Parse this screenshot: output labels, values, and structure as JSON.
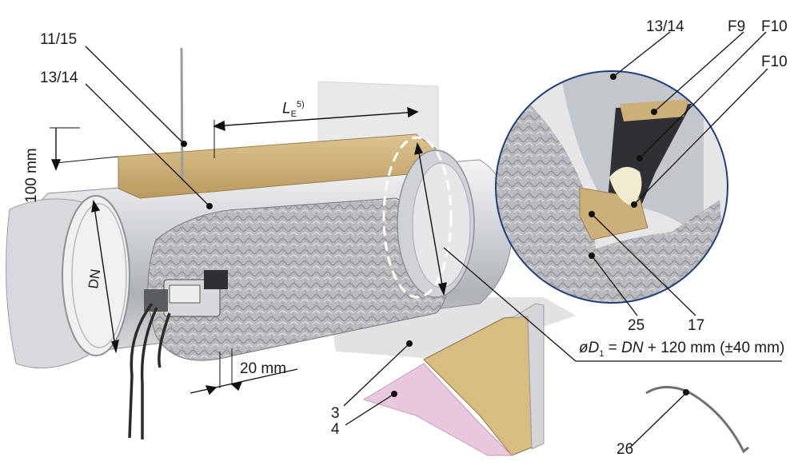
{
  "labels": {
    "l_11_15": "11/15",
    "l_13_14_left": "13/14",
    "l_13_14_right": "13/14",
    "l_f9": "F9",
    "l_f10_a": "F10",
    "l_f10_b": "F10",
    "l_25": "25",
    "l_17": "17",
    "l_3": "3",
    "l_4": "4",
    "l_26": "26",
    "l_100mm": "100 mm",
    "l_20mm": "20 mm",
    "l_dn": "DN",
    "le_main": "L",
    "le_sub": "E",
    "le_sup": "5)",
    "formula_prefix": "øD",
    "formula_sub": "1",
    "formula_eq": " = ",
    "formula_dn": "DN",
    "formula_rest": " + 120 mm (±40 mm)"
  },
  "colors": {
    "wall": "#e8e8e8",
    "duct": "#c9ccd0",
    "mineral_wool": "#cdb27e",
    "foil_insulation": "#b5b7ba",
    "pink_board": "#e9c8de",
    "detail_circle_border": "#1f3f7a"
  }
}
